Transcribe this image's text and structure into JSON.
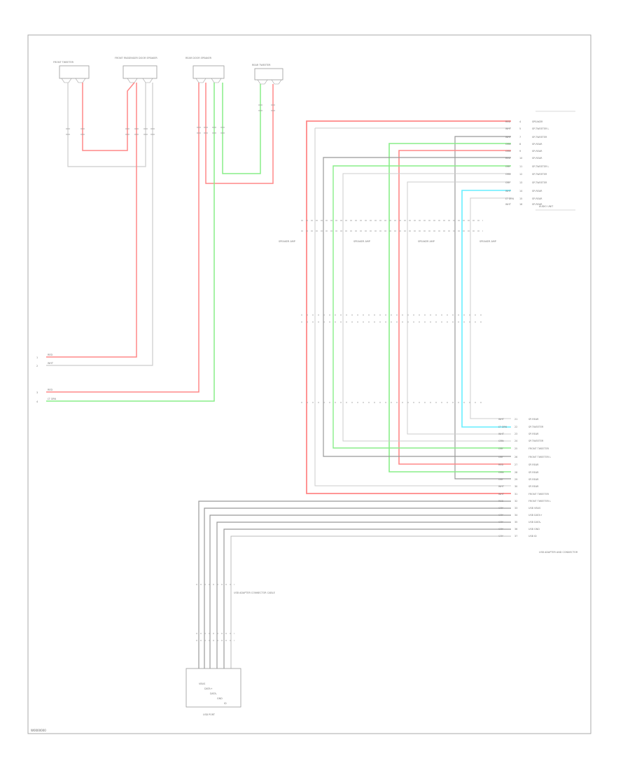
{
  "diagram": {
    "page_id": "W0000000",
    "components": {
      "front_tweeter": "FRONT TWEETER",
      "front_door_speaker": "FRONT PASSENGER DOOR SPEAKER",
      "rear_door_speaker": "REAR DOOR SPEAKER",
      "rear_tweeter": "REAR TWEETER",
      "audio_unit": "AUDIO UNIT",
      "usb_adapter": "USB ADAPTER AND CONNECTOR",
      "usb_port": "USB PORT",
      "usb_connector_cable": "USB ADAPTER CONNECTOR CABLE"
    },
    "connectors": {
      "c1": "SPEAKER AMP",
      "c2": "SPEAKER AMP",
      "c3": "SPEAKER AMP",
      "c4": "SPEAKER AMP"
    },
    "audio_pins_upper": [
      {
        "wire": "RED",
        "pin": "4",
        "func": "SPEAKER"
      },
      {
        "wire": "WHT",
        "pin": "5",
        "func": "SP-TWEETER L"
      },
      {
        "wire": "WHT",
        "pin": "7",
        "func": "SP-TWEETER"
      },
      {
        "wire": "GRN",
        "pin": "8",
        "func": "SP-REAR"
      },
      {
        "wire": "GRN",
        "pin": "9",
        "func": "SP-REAR"
      },
      {
        "wire": "RED",
        "pin": "10",
        "func": "SP-REAR"
      },
      {
        "wire": "GRY",
        "pin": "11",
        "func": "SP-TWEETER L"
      },
      {
        "wire": "GRN",
        "pin": "12",
        "func": "SP-TWEETER"
      },
      {
        "wire": "GRY",
        "pin": "13",
        "func": "SP-TWEETER"
      },
      {
        "wire": "WHT",
        "pin": "14",
        "func": "SP-REAR"
      },
      {
        "wire": "LT GRN",
        "pin": "15",
        "func": "SP-REAR"
      },
      {
        "wire": "WHT",
        "pin": "16",
        "func": "SP-REAR"
      }
    ],
    "audio_pins_lower": [
      {
        "wire": "WHT",
        "pin": "21",
        "func": "SP-REAR"
      },
      {
        "wire": "LT GRN",
        "pin": "22",
        "func": "SP-TWEETER"
      },
      {
        "wire": "WHT",
        "pin": "23",
        "func": "SP-REAR"
      },
      {
        "wire": "GRN",
        "pin": "24",
        "func": "SP-TWEETER"
      },
      {
        "wire": "GRY",
        "pin": "25",
        "func": "FRONT TWEETER"
      },
      {
        "wire": "GRY",
        "pin": "26",
        "func": "FRONT TWEETER L"
      },
      {
        "wire": "RED",
        "pin": "27",
        "func": "SP-REAR"
      },
      {
        "wire": "GRN",
        "pin": "28",
        "func": "SP-REAR"
      },
      {
        "wire": "GRY",
        "pin": "29",
        "func": "SP-REAR"
      },
      {
        "wire": "WHT",
        "pin": "30",
        "func": "SP-REAR"
      },
      {
        "wire": "WHT",
        "pin": "31",
        "func": "FRONT TWEETER"
      },
      {
        "wire": "RED",
        "pin": "32",
        "func": "FRONT TWEETER L"
      },
      {
        "wire": "GRY",
        "pin": "33",
        "func": "USB VBUS"
      },
      {
        "wire": "GRY",
        "pin": "34",
        "func": "USB DATA+"
      },
      {
        "wire": "GRY",
        "pin": "35",
        "func": "USB DATA-"
      },
      {
        "wire": "GRY",
        "pin": "36",
        "func": "USB GND"
      },
      {
        "wire": "GRY",
        "pin": "37",
        "func": "USB ID"
      }
    ],
    "left_wires": [
      {
        "color": "RED",
        "num": "1"
      },
      {
        "color": "WHT",
        "num": "2"
      },
      {
        "color": "RED",
        "num": "3"
      },
      {
        "color": "LT GRN",
        "num": "4"
      }
    ],
    "usb_port_pins": [
      "VBUS",
      "DATA+",
      "DATA-",
      "GND",
      "ID"
    ]
  },
  "colors": {
    "red": "#ff8888",
    "green": "#88ee88",
    "gray": "#999999",
    "cyan": "#66eeff",
    "frame": "#aaaaaa"
  }
}
